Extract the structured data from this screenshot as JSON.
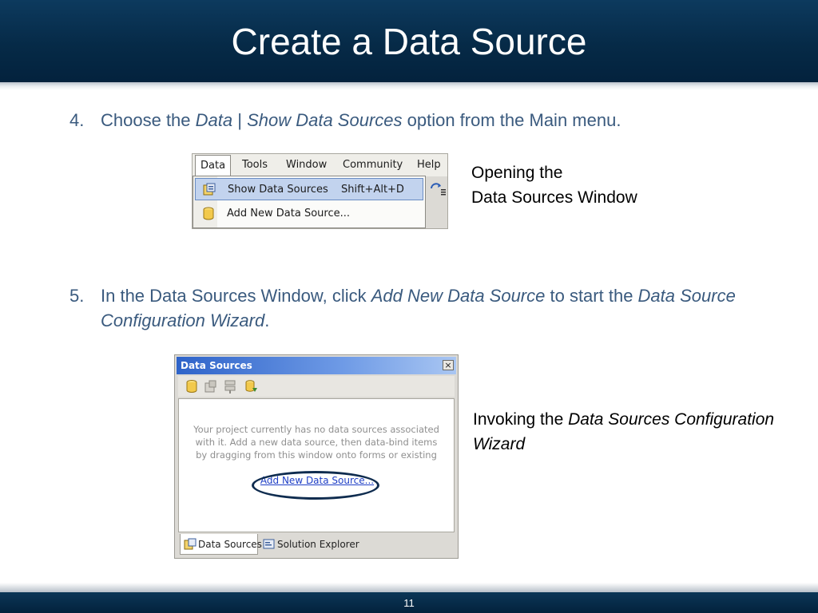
{
  "slide": {
    "title": "Create a Data Source",
    "page_number": "11"
  },
  "step4": {
    "number": "4.",
    "text_before": "Choose the ",
    "menu_path_a": "Data",
    "separator": " | ",
    "menu_path_b": "Show Data Sources",
    "text_after": " option from the Main menu."
  },
  "caption1": {
    "line1": "Opening the",
    "line2": "Data Sources Window"
  },
  "menu_screenshot": {
    "menu_items": [
      "Data",
      "Tools",
      "Window",
      "Community",
      "Help"
    ],
    "dropdown": [
      {
        "label": "Show Data Sources",
        "shortcut": "Shift+Alt+D"
      },
      {
        "label": "Add New Data Source...",
        "shortcut": ""
      }
    ],
    "colors": {
      "highlight": "#c2d3ee"
    }
  },
  "step5": {
    "number": "5.",
    "text_before": "In the Data Sources Window, click ",
    "link_text": "Add New Data Source",
    "text_middle": " to start the ",
    "wizard_text": "Data Source Configuration Wizard",
    "text_after": "."
  },
  "caption2": {
    "text_before": "Invoking the ",
    "italic_text": "Data Sources Configuration Wizard"
  },
  "data_sources_window": {
    "title": "Data Sources",
    "close_glyph": "×",
    "message": "Your project currently has no data sources associated with it. Add a new data source, then data-bind items by dragging from this window onto forms or existing",
    "link": "Add New Data Source...",
    "tabs": [
      "Data Sources",
      "Solution Explorer"
    ],
    "colors": {
      "titlebar": "#2e63c9",
      "link": "#1f3fc6",
      "annotation_ring": "#0f2c4f"
    }
  }
}
